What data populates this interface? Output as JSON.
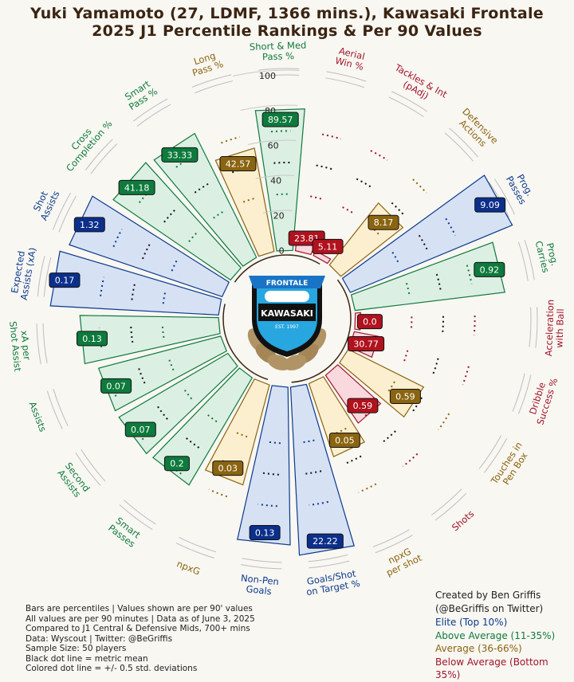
{
  "title": {
    "line1": "Yuki Yamamoto (27, LDMF, 1366 mins.), Kawasaki Frontale",
    "line2": "2025 J1 Percentile Rankings & Per 90 Values"
  },
  "logo": {
    "top_text": "FRONTALE",
    "main_text": "KAWASAKI",
    "est_text": "EST. 1997"
  },
  "footer": [
    "Bars are percentiles | Values shown are per 90' values",
    "All values are per 90 minutes | Data as of June 3, 2025",
    "Compared to J1 Central & Defensive Mids, 700+ mins",
    "Data: Wyscout | Twitter: @BeGriffis",
    "Sample Size: 50 players",
    "Black dot line = metric mean",
    "Colored dot line = +/- 0.5 std. deviations"
  ],
  "credit": {
    "line1": "Created by Ben Griffis",
    "line2": "(@BeGriffis on Twitter)"
  },
  "legend": [
    {
      "label": "Elite (Top 10%)",
      "color": "#0b3a8c"
    },
    {
      "label": "Above Average (11-35%)",
      "color": "#0e7a3c"
    },
    {
      "label": "Average (36-66%)",
      "color": "#8a6410"
    },
    {
      "label": "Below Average (Bottom 35%)",
      "color": "#a0142a"
    }
  ],
  "colors": {
    "elite": {
      "fill": "#d6e1f4",
      "edge": "#0b3a8c",
      "label": "#0b3a8c",
      "box": "#0b2f8a"
    },
    "above": {
      "fill": "#dcefe3",
      "edge": "#0e7a3c",
      "label": "#0e7a3c",
      "box": "#0e7a3c"
    },
    "average": {
      "fill": "#fcefd0",
      "edge": "#8a6410",
      "label": "#8a6410",
      "box": "#8a6410"
    },
    "below": {
      "fill": "#fad9de",
      "edge": "#a0142a",
      "label": "#a0142a",
      "box": "#b0121e"
    },
    "text": "#3a2412"
  },
  "chart_data": {
    "type": "polar-bar",
    "radial_axis": {
      "min": 0,
      "max": 100,
      "ticks": [
        0,
        20,
        40,
        60,
        80,
        100
      ]
    },
    "metrics": [
      {
        "label": "Aerial\nWin %",
        "tier": "below",
        "percentile": 10,
        "value": "23.81"
      },
      {
        "label": "Tackles & Int\n(pAdj)",
        "tier": "below",
        "percentile": 3,
        "value": "5.11"
      },
      {
        "label": "Defensive\nActions",
        "tier": "average",
        "percentile": 45,
        "value": "8.17"
      },
      {
        "label": "Prog.\nPasses",
        "tier": "elite",
        "percentile": 100,
        "value": "9.09"
      },
      {
        "label": "Prog.\nCarries",
        "tier": "above",
        "percentile": 86,
        "value": "0.92"
      },
      {
        "label": "Acceleration\nwith Ball",
        "tier": "below",
        "percentile": 3,
        "value": "0.0"
      },
      {
        "label": "Dribble\nSuccess %",
        "tier": "below",
        "percentile": 14,
        "value": "30.77"
      },
      {
        "label": "Touches in\nPen Box",
        "tier": "average",
        "percentile": 48,
        "value": "0.59"
      },
      {
        "label": "Shots",
        "tier": "below",
        "percentile": 33,
        "value": "0.59"
      },
      {
        "label": "npxG\nper shot",
        "tier": "average",
        "percentile": 44,
        "value": "0.05"
      },
      {
        "label": "Goals/Shot\non Target %",
        "tier": "elite",
        "percentile": 96,
        "value": "22.22"
      },
      {
        "label": "Non-Pen\nGoals",
        "tier": "elite",
        "percentile": 90,
        "value": "0.13"
      },
      {
        "label": "npxG",
        "tier": "average",
        "percentile": 59,
        "value": "0.03"
      },
      {
        "label": "Smart\nPasses",
        "tier": "above",
        "percentile": 71,
        "value": "0.2"
      },
      {
        "label": "Second\nAssists",
        "tier": "above",
        "percentile": 72,
        "value": "0.07"
      },
      {
        "label": "Assists",
        "tier": "above",
        "percentile": 72,
        "value": "0.07"
      },
      {
        "label": "xA per\nShot Assist",
        "tier": "above",
        "percentile": 79,
        "value": "0.13"
      },
      {
        "label": "Expected\nAssists (xA)",
        "tier": "elite",
        "percentile": 96,
        "value": "0.17"
      },
      {
        "label": "Shot\nAssists",
        "tier": "elite",
        "percentile": 92,
        "value": "1.32"
      },
      {
        "label": "Cross\nCompletion %",
        "tier": "above",
        "percentile": 81,
        "value": "41.18"
      },
      {
        "label": "Smart\nPass %",
        "tier": "above",
        "percentile": 79,
        "value": "33.33"
      },
      {
        "label": "Long\nPass %",
        "tier": "average",
        "percentile": 60,
        "value": "42.57"
      },
      {
        "label": "Short & Med\nPass %",
        "tier": "above",
        "percentile": 81,
        "value": "89.57"
      }
    ]
  }
}
